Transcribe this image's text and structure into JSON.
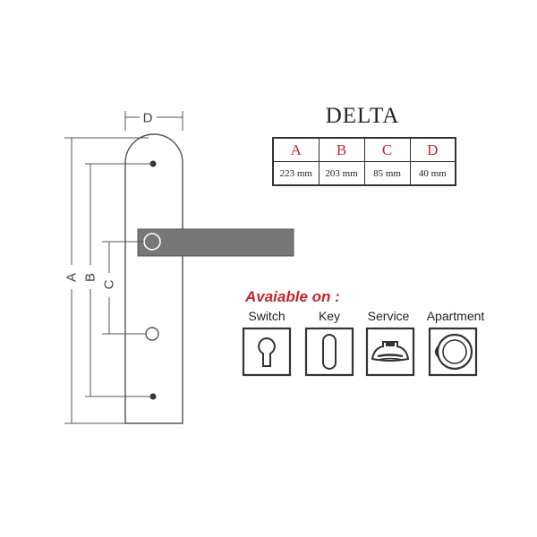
{
  "product": {
    "title": "DELTA"
  },
  "dimensions": {
    "headers": [
      "A",
      "B",
      "C",
      "D"
    ],
    "values": [
      "223 mm",
      "203 mm",
      "85 mm",
      "40 mm"
    ]
  },
  "drawing_labels": {
    "a": "A",
    "b": "B",
    "c": "C",
    "d": "D"
  },
  "availability": {
    "heading": "Avaiable on :",
    "options": [
      {
        "label": "Switch",
        "icon": "euro-cylinder-icon"
      },
      {
        "label": "Key",
        "icon": "keyhole-icon"
      },
      {
        "label": "Service",
        "icon": "thumb-turn-icon"
      },
      {
        "label": "Apartment",
        "icon": "round-knob-icon"
      }
    ]
  },
  "colors": {
    "accent_red": "#c0272d",
    "line": "#555555",
    "lever": "#777777"
  }
}
